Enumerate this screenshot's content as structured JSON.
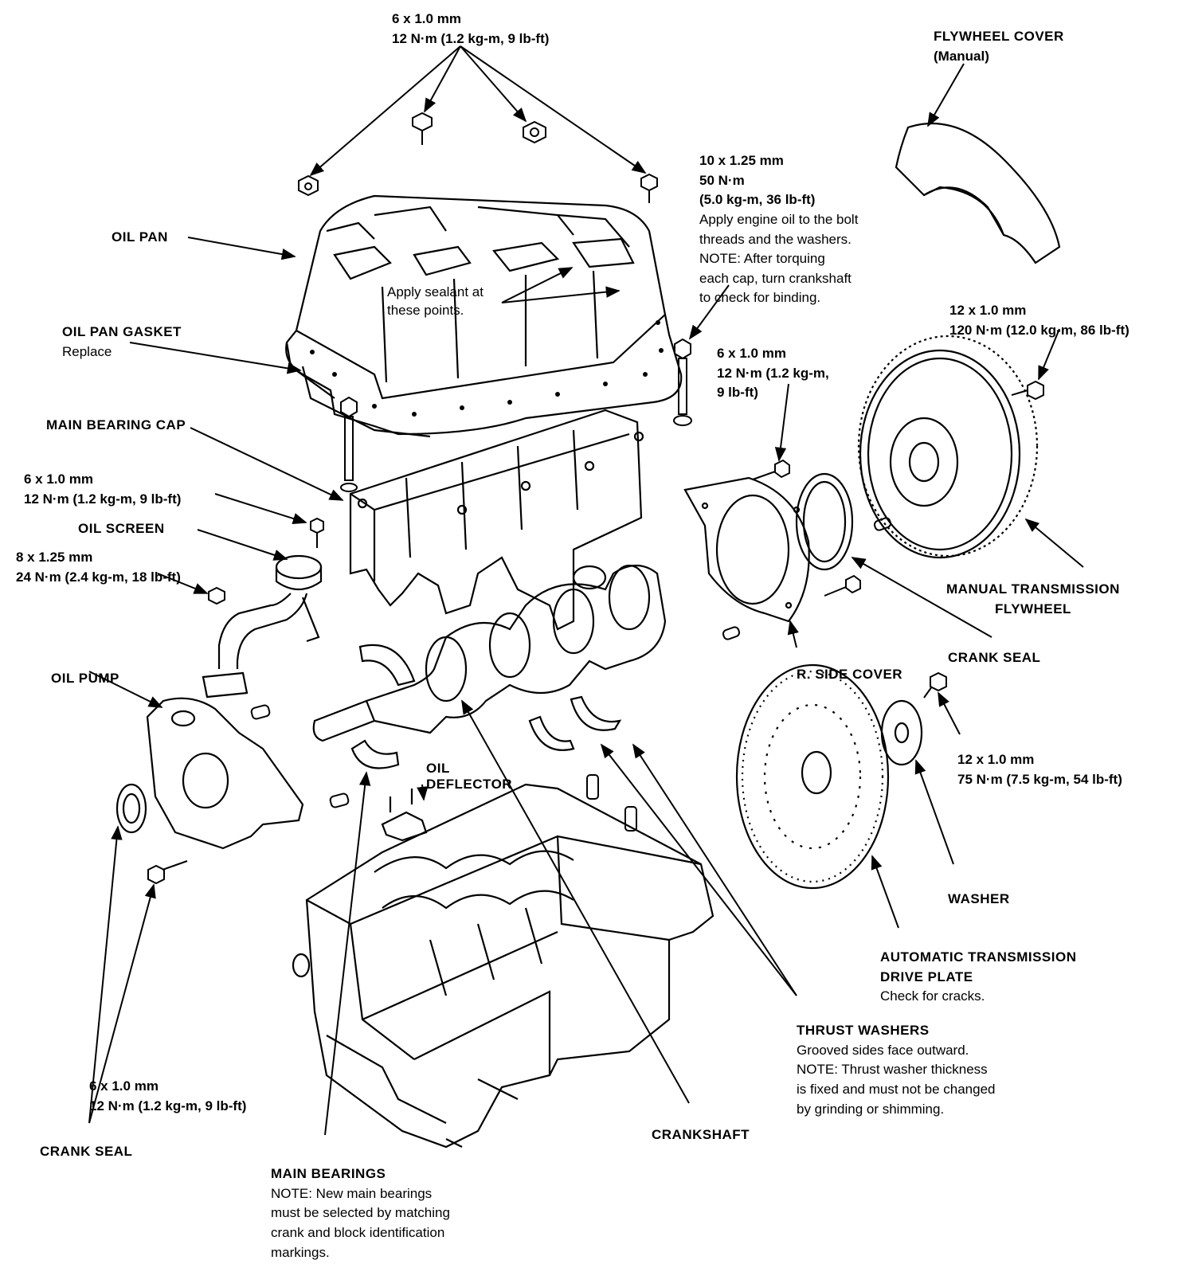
{
  "labels": {
    "top_bolt": {
      "spec": "6 x 1.0 mm",
      "torque": "12 N·m (1.2 kg-m, 9 lb-ft)"
    },
    "flywheel_cover": {
      "name": "FLYWHEEL COVER",
      "note": "(Manual)"
    },
    "main_cap_bolt": {
      "spec": "10 x 1.25 mm",
      "torque": "50 N·m",
      "torque2": "(5.0 kg-m, 36 lb-ft)",
      "note1": "Apply engine oil to the bolt",
      "note2": "threads and the washers.",
      "note3": "NOTE: After torquing",
      "note4": "each cap, turn crankshaft",
      "note5": "to check for binding."
    },
    "oil_pan": {
      "name": "OIL PAN"
    },
    "sealant": {
      "line1": "Apply sealant at",
      "line2": "these points."
    },
    "oil_pan_gasket": {
      "name": "OIL PAN GASKET",
      "note": "Replace"
    },
    "flywheel_bolt": {
      "spec": "12 x 1.0 mm",
      "torque": "120 N·m (12.0 kg-m, 86 lb-ft)"
    },
    "side_cover_bolt": {
      "spec": "6 x 1.0 mm",
      "torque": "12 N·m (1.2 kg-m,",
      "torque2": "9 lb-ft)"
    },
    "main_bearing_cap": {
      "name": "MAIN BEARING CAP"
    },
    "screen_bolt": {
      "spec": "6 x 1.0 mm",
      "torque": "12 N·m (1.2 kg-m, 9 lb-ft)"
    },
    "oil_screen": {
      "name": "OIL  SCREEN"
    },
    "screen_nut": {
      "spec": "8 x 1.25 mm",
      "torque": "24 N·m (2.4 kg-m, 18 lb-ft)"
    },
    "manual_flywheel": {
      "line1": "MANUAL TRANSMISSION",
      "line2": "FLYWHEEL"
    },
    "crank_seal_right": {
      "name": "CRANK SEAL"
    },
    "r_side_cover": {
      "name": "R. SIDE COVER"
    },
    "oil_pump": {
      "name": "OIL PUMP"
    },
    "drive_plate_bolt": {
      "spec": "12 x 1.0 mm",
      "torque": "75 N·m (7.5 kg-m, 54 lb-ft)"
    },
    "oil_deflector": {
      "line1": "OIL",
      "line2": "DEFLECTOR"
    },
    "washer": {
      "name": "WASHER"
    },
    "drive_plate": {
      "line1": "AUTOMATIC TRANSMISSION",
      "line2": "DRIVE PLATE",
      "note": "Check for cracks."
    },
    "thrust_washers": {
      "name": "THRUST WASHERS",
      "note1": "Grooved sides face outward.",
      "note2": "NOTE: Thrust washer thickness",
      "note3": "is fixed and must not be changed",
      "note4": "by grinding or shimming."
    },
    "pump_bolt": {
      "spec": "6 x 1.0 mm",
      "torque": "12 N·m (1.2 kg-m, 9 lb-ft)"
    },
    "crankshaft": {
      "name": "CRANKSHAFT"
    },
    "crank_seal_left": {
      "name": "CRANK SEAL"
    },
    "main_bearings": {
      "name": "MAIN BEARINGS",
      "note1": "NOTE: New main bearings",
      "note2": "must be selected by matching",
      "note3": "crank and block identification",
      "note4": "markings."
    }
  }
}
